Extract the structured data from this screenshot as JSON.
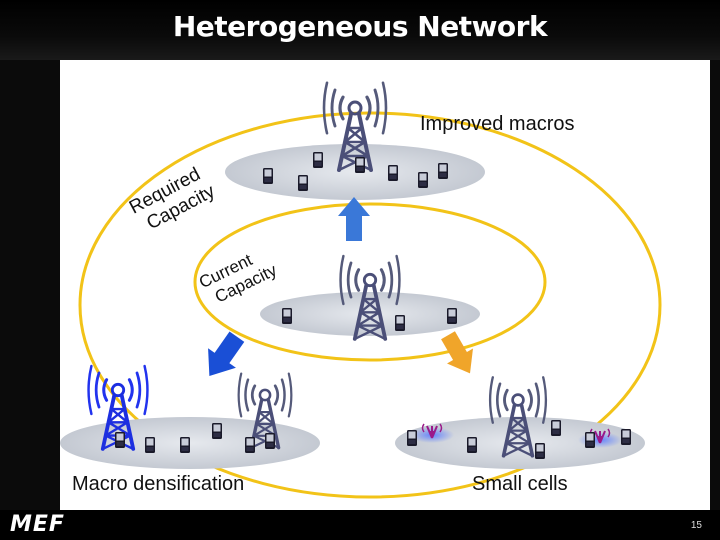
{
  "title": "Heterogeneous Network",
  "labels": {
    "improved_macros": "Improved macros",
    "required_capacity": "Required Capacity",
    "current_capacity": "Current Capacity",
    "macro_densification": "Macro densification",
    "small_cells": "Small cells"
  },
  "footer": {
    "logo": "MEF",
    "page_number": "15"
  },
  "colors": {
    "ring": "#f2c318",
    "platform": "#d3d7de",
    "tower_gray": "#4b4f78",
    "tower_blue": "#1d2fe0",
    "wave_gray": "#555a7a",
    "wave_blue": "#2233ee",
    "arrow_up": "#3a78d8",
    "arrow_left": "#1a4fd6",
    "arrow_right": "#f0a52a",
    "small_cell": "#9a1a8a"
  }
}
